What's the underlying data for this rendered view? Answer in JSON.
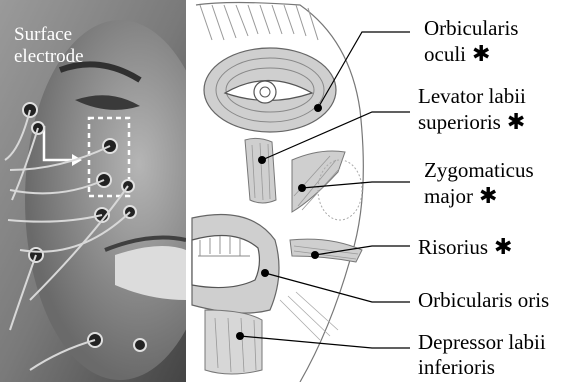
{
  "photo_panel": {
    "label_line1": "Surface",
    "label_line2": "electrode"
  },
  "muscles": [
    {
      "line1": "Orbicularis",
      "line2": "oculi",
      "line2_star": "✱"
    },
    {
      "line1": "Levator labii",
      "line2": "superioris",
      "line2_star": "✱"
    },
    {
      "line1": "Zygomaticus",
      "line2": "major",
      "line2_star": "✱"
    },
    {
      "line1": "Risorius",
      "line1_star": "✱"
    },
    {
      "line1": "Orbicularis oris"
    },
    {
      "line1": "Depressor labii",
      "line2": "inferioris"
    }
  ],
  "colors": {
    "photo_background": "#6e6e6e",
    "muscle_fill": "#c8c8c8",
    "leader_line": "#000000",
    "label_text": "#000000",
    "photo_label_text": "#ffffff"
  }
}
